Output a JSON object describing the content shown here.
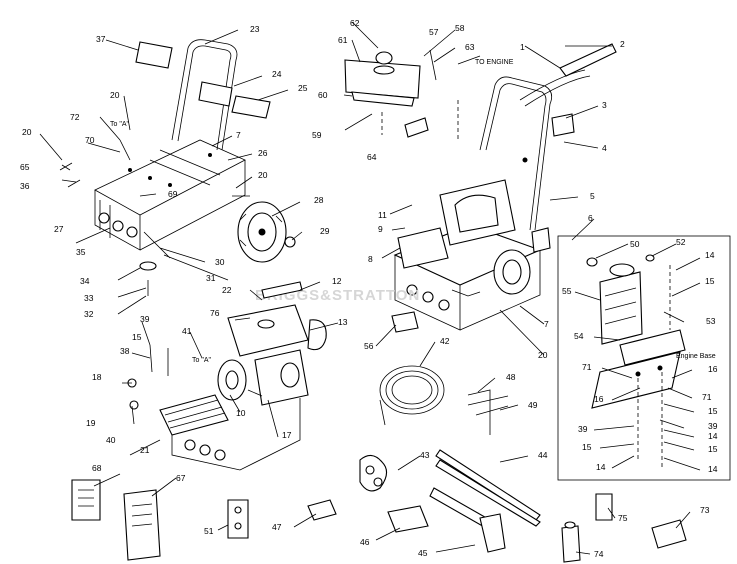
{
  "labels": {
    "n1": "1",
    "n2": "2",
    "n3": "3",
    "n4": "4",
    "n5": "5",
    "n6": "6",
    "n7": "7",
    "n8": "8",
    "n9": "9",
    "n10": "10",
    "n11": "11",
    "n12": "12",
    "n13": "13",
    "n14": "14",
    "n15": "15",
    "n16": "16",
    "n17": "17",
    "n18": "18",
    "n19": "19",
    "n20": "20",
    "n21": "21",
    "n22": "22",
    "n23": "23",
    "n24": "24",
    "n25": "25",
    "n26": "26",
    "n27": "27",
    "n28": "28",
    "n29": "29",
    "n30": "30",
    "n31": "31",
    "n32": "32",
    "n33": "33",
    "n34": "34",
    "n35": "35",
    "n36": "36",
    "n37": "37",
    "n38": "38",
    "n39": "39",
    "n40": "40",
    "n41": "41",
    "n42": "42",
    "n43": "43",
    "n44": "44",
    "n45": "45",
    "n46": "46",
    "n47": "47",
    "n48": "48",
    "n49": "49",
    "n50": "50",
    "n51": "51",
    "n52": "52",
    "n53": "53",
    "n54": "54",
    "n55": "55",
    "n56": "56",
    "n57": "57",
    "n58": "58",
    "n59": "59",
    "n60": "60",
    "n61": "61",
    "n62": "62",
    "n63": "63",
    "n64": "64",
    "n65": "65",
    "n67": "67",
    "n68": "68",
    "n69": "69",
    "n70": "70",
    "n71": "71",
    "n72": "72",
    "n73": "73",
    "n74": "74",
    "n75": "75",
    "n76": "76"
  },
  "annotations": {
    "to_engine": "TO ENGINE",
    "to_a_top": "To \"A\"",
    "to_a_bottom": "To \"A\"",
    "engine_base": "Engine Base"
  },
  "watermark": "BRIGGS&STRATTON",
  "colors": {
    "line": "#000000",
    "background": "#ffffff"
  }
}
